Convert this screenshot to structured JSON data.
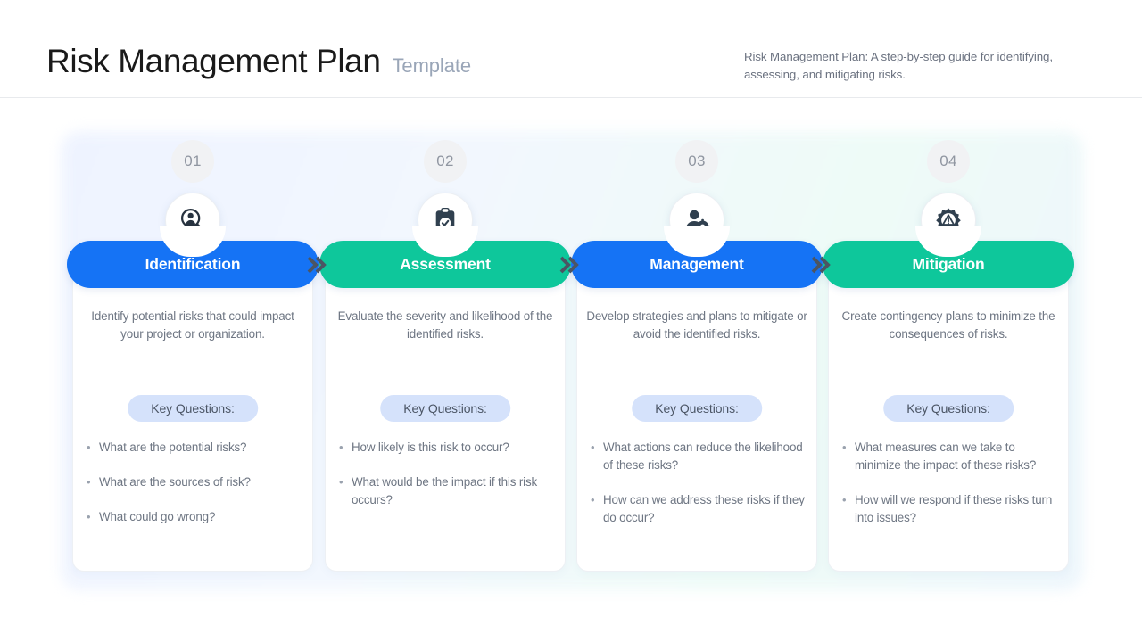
{
  "header": {
    "title_main": "Risk Management Plan",
    "title_sub": "Template",
    "description": "Risk Management Plan: A step-by-step guide for identifying, assessing, and mitigating risks."
  },
  "theme": {
    "blue": "#1573f5",
    "teal": "#0ec79b",
    "key_questions_bg": "#d5e2fb",
    "number_chip_bg": "#f1f2f4",
    "body_text": "#6e7683"
  },
  "key_questions_label": "Key Questions:",
  "bullet_glyph": "•",
  "separator_icon": "double-chevron-right-icon",
  "columns": [
    {
      "number": "01",
      "title": "Identification",
      "color": "blue",
      "icon": "person-magnifier-icon",
      "description": "Identify potential risks that could impact your project or organization.",
      "key_questions_label": "Key Questions:",
      "questions": [
        "What are the potential risks?",
        "What are the sources of risk?",
        "What could go wrong?"
      ]
    },
    {
      "number": "02",
      "title": "Assessment",
      "color": "teal",
      "icon": "clipboard-check-icon",
      "description": "Evaluate the severity and likelihood of the identified risks.",
      "key_questions_label": "Key Questions:",
      "questions": [
        "How likely is this risk to occur?",
        "What would be the impact if this risk occurs?"
      ]
    },
    {
      "number": "03",
      "title": "Management",
      "color": "blue",
      "icon": "person-gear-icon",
      "description": "Develop strategies and plans to mitigate or avoid the identified risks.",
      "key_questions_label": "Key Questions:",
      "questions": [
        "What actions can reduce the likelihood of these risks?",
        "How can we address these risks if they do occur?"
      ]
    },
    {
      "number": "04",
      "title": "Mitigation",
      "color": "teal",
      "icon": "gear-warning-icon",
      "description": "Create contingency plans to minimize the consequences of risks.",
      "key_questions_label": "Key Questions:",
      "questions": [
        "What measures can we take to minimize the impact of these risks?",
        "How will we respond if these risks turn into issues?"
      ]
    }
  ]
}
